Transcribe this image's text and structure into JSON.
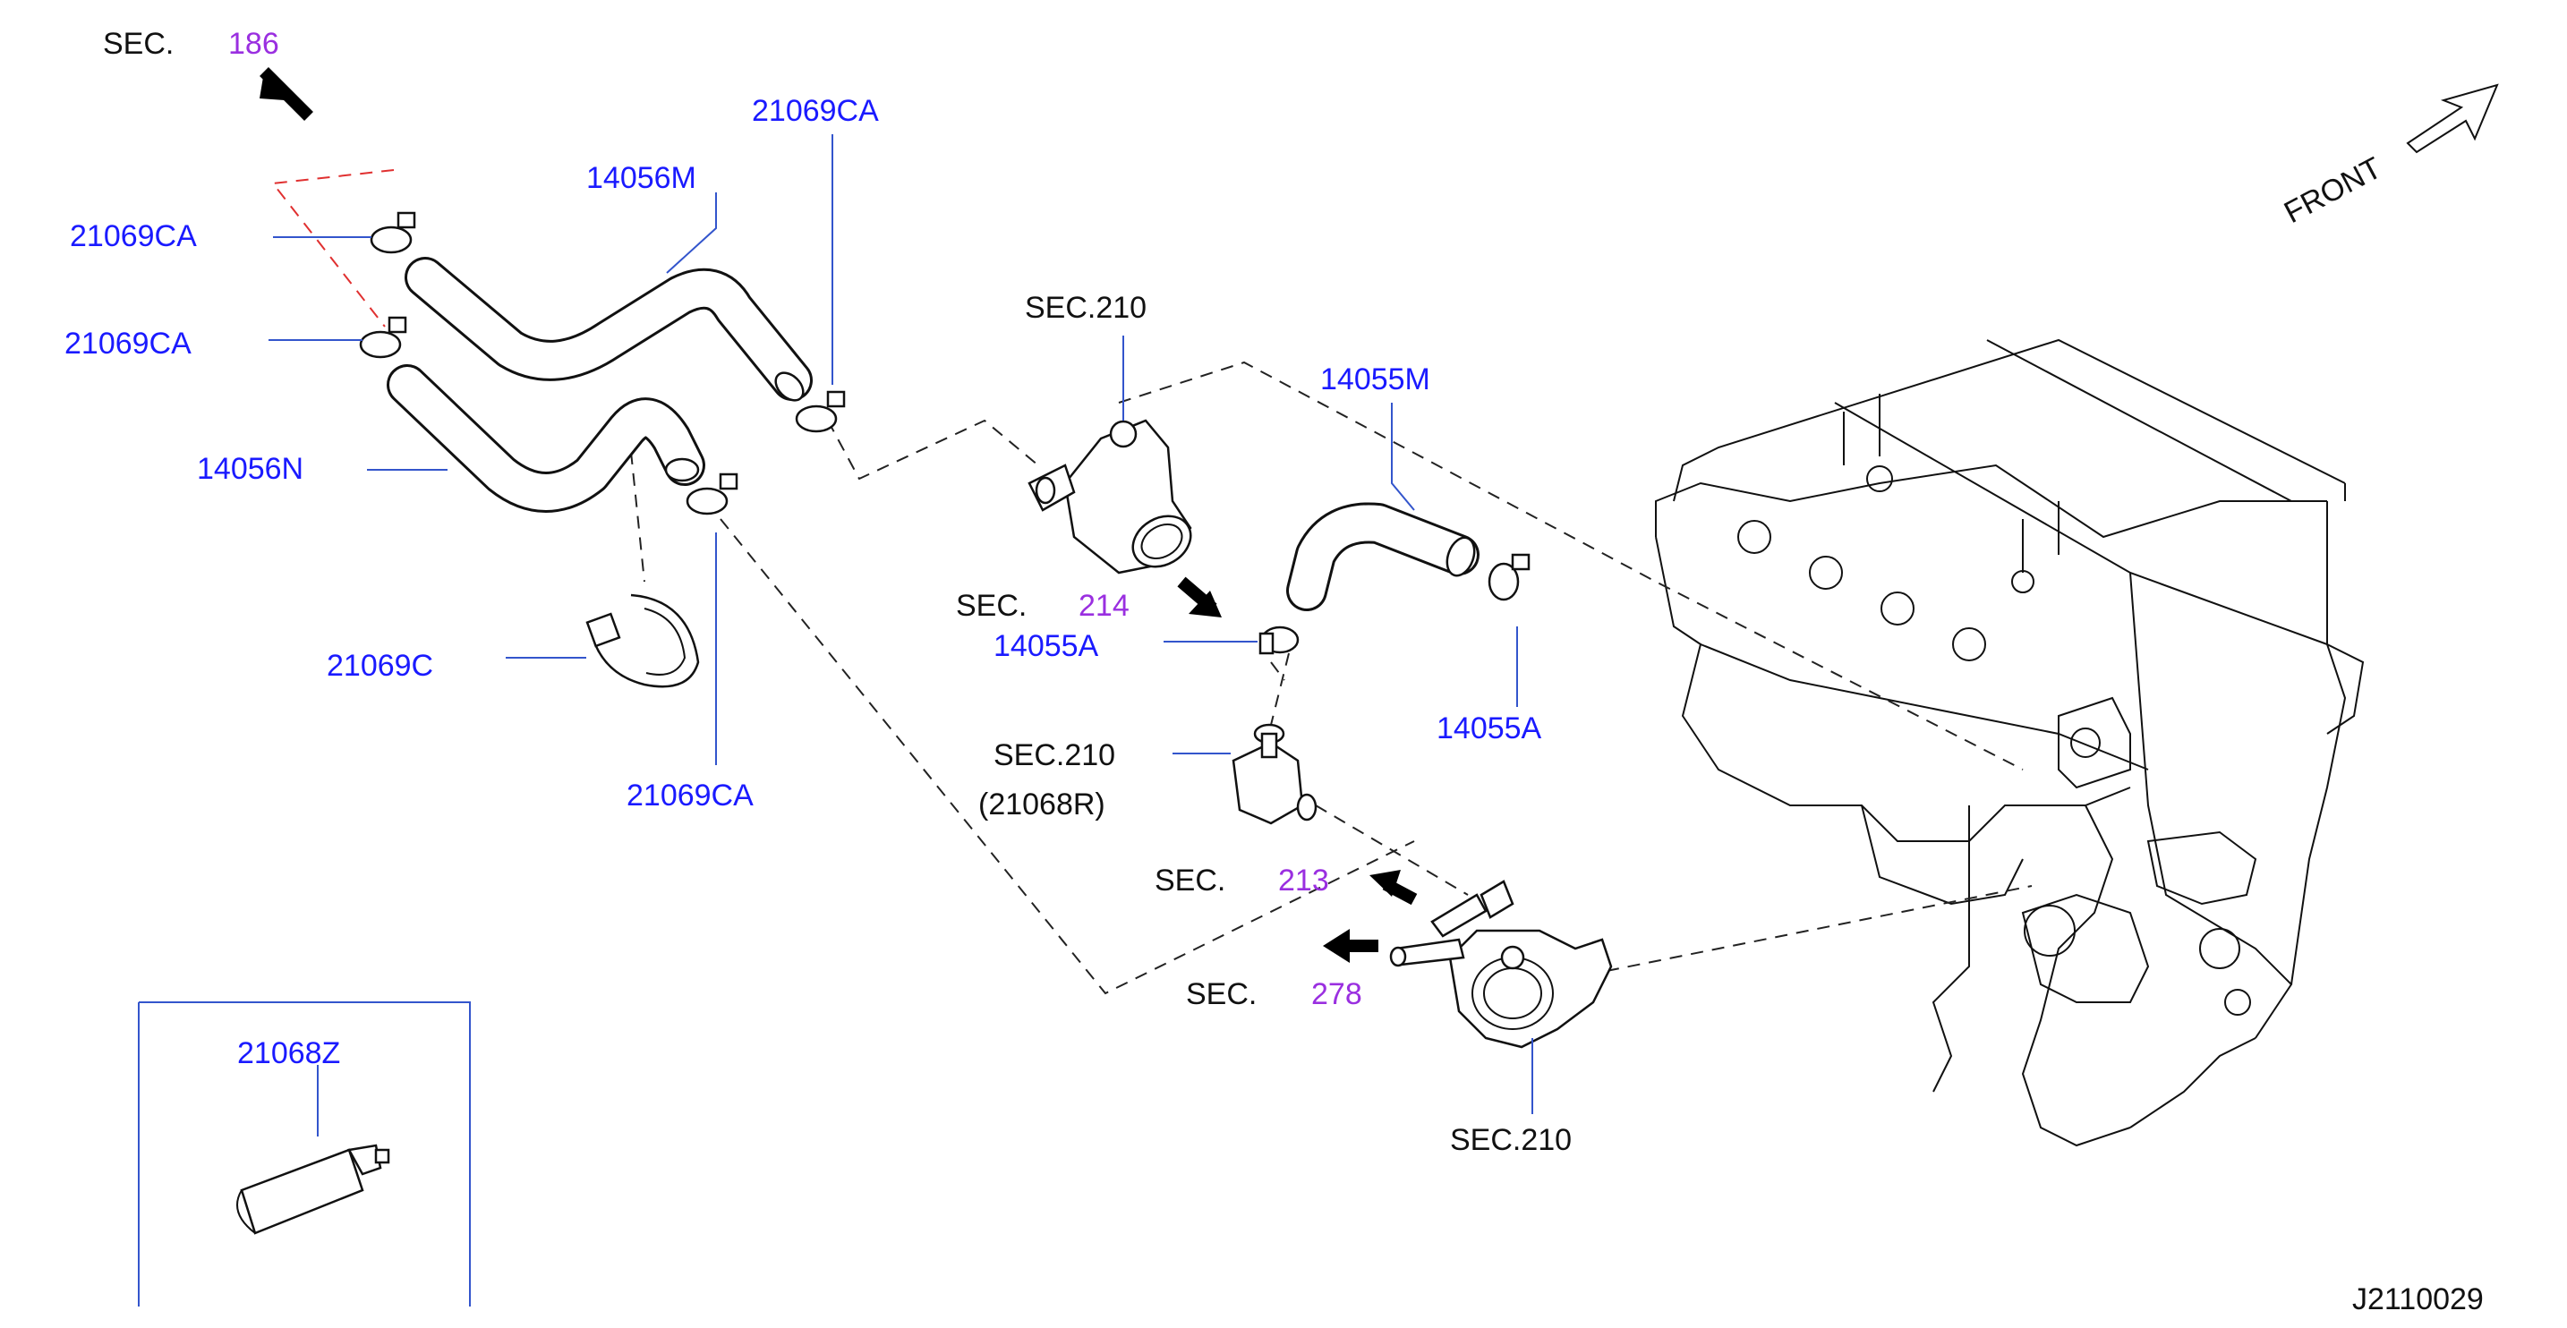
{
  "diagram_id": "J2110029",
  "front_label": "FRONT",
  "sections": {
    "sec186": {
      "prefix": "SEC.",
      "ref": "186"
    },
    "sec214": {
      "prefix": "SEC.",
      "ref": "214"
    },
    "sec213": {
      "prefix": "SEC.",
      "ref": "213"
    },
    "sec278": {
      "prefix": "SEC.",
      "ref": "278"
    },
    "sec210_top": "SEC.210",
    "sec210_mid": "SEC.210",
    "sec210_mid_sub": "(21068R)",
    "sec210_bottom": "SEC.210"
  },
  "parts": {
    "clamp_top_right": "21069CA",
    "clamp_left_upper": "21069CA",
    "clamp_left_lower": "21069CA",
    "clamp_bottom": "21069CA",
    "hose_upper": "14056M",
    "hose_lower": "14056N",
    "clamp_large": "21069C",
    "hose_right": "14055M",
    "clamp_14055a_left": "14055A",
    "clamp_14055a_right": "14055A",
    "sealant": "21068Z"
  }
}
